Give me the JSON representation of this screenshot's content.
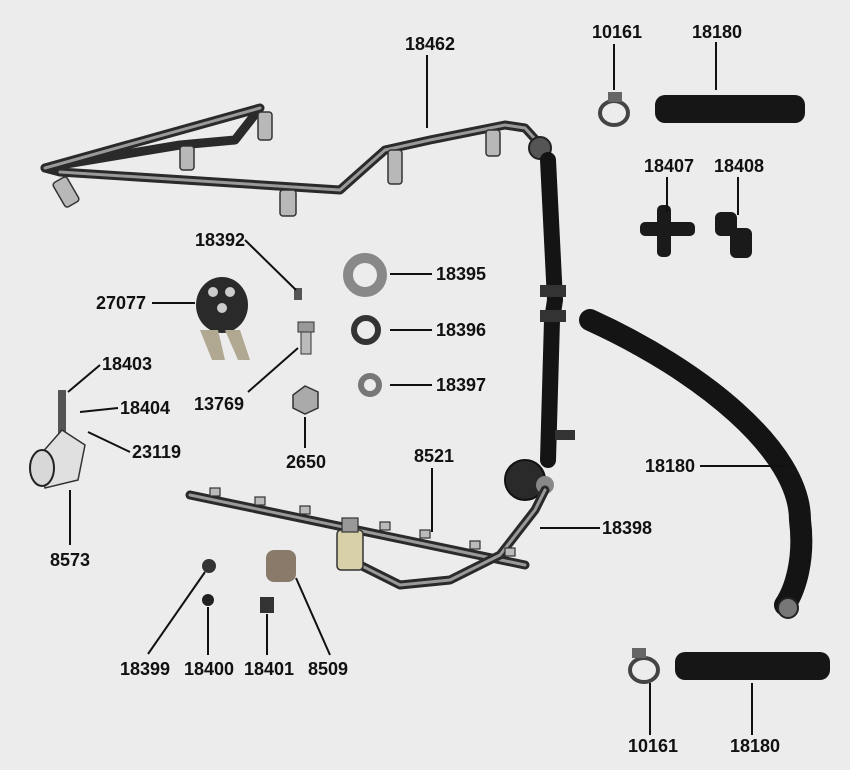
{
  "diagram": {
    "labels": {
      "p18462": "18462",
      "p10161_top": "10161",
      "p18180_top": "18180",
      "p18407": "18407",
      "p18408": "18408",
      "p18392": "18392",
      "p18395": "18395",
      "p27077": "27077",
      "p18396": "18396",
      "p18403": "18403",
      "p18397": "18397",
      "p18404": "18404",
      "p13769": "13769",
      "p23119": "23119",
      "p2650": "2650",
      "p8521": "8521",
      "p18180_mid": "18180",
      "p18398": "18398",
      "p8573": "8573",
      "p18399": "18399",
      "p18400": "18400",
      "p18401": "18401",
      "p8509": "8509",
      "p10161_bottom": "10161",
      "p18180_bottom": "18180"
    }
  }
}
